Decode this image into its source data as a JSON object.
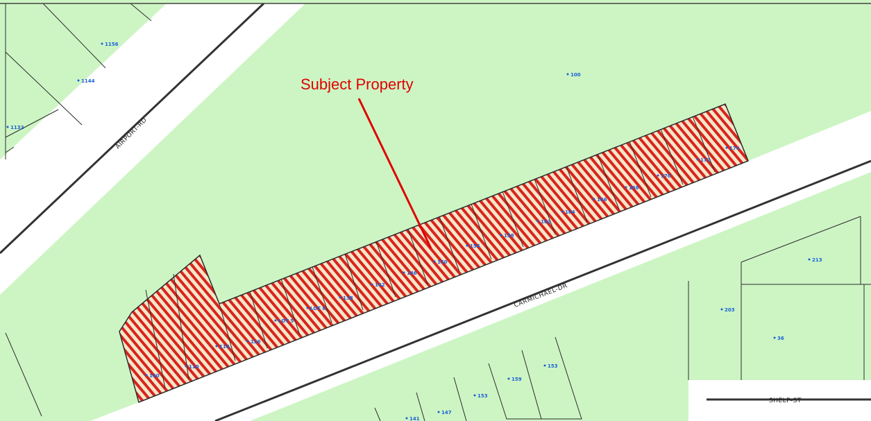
{
  "map": {
    "callout_label": "Subject Property",
    "colors": {
      "parcel_fill": "#cdf5c4",
      "road_fill": "#ffffff",
      "parcel_line": "#2b2b2b",
      "road_centerline": "#333333",
      "subject_hatch_red": "#d8241e",
      "subject_hatch_bg": "#f4e6c8",
      "callout": "#e00000",
      "address_label": "#1a5fd6"
    },
    "roads": [
      {
        "name": "AIRPORT-RD"
      },
      {
        "name": "CARMICHAEL-DR"
      },
      {
        "name": "SHELP-ST"
      }
    ],
    "address_labels": [
      "1156",
      "1144",
      "1132",
      "100",
      "174",
      "172",
      "170",
      "168",
      "166",
      "164",
      "162",
      "158",
      "154",
      "150",
      "146",
      "142",
      "138",
      "LOT 6",
      "LOT 5",
      "126",
      "118",
      "110",
      "100",
      "213",
      "203",
      "36",
      "159",
      "153",
      "153",
      "147",
      "141"
    ]
  }
}
